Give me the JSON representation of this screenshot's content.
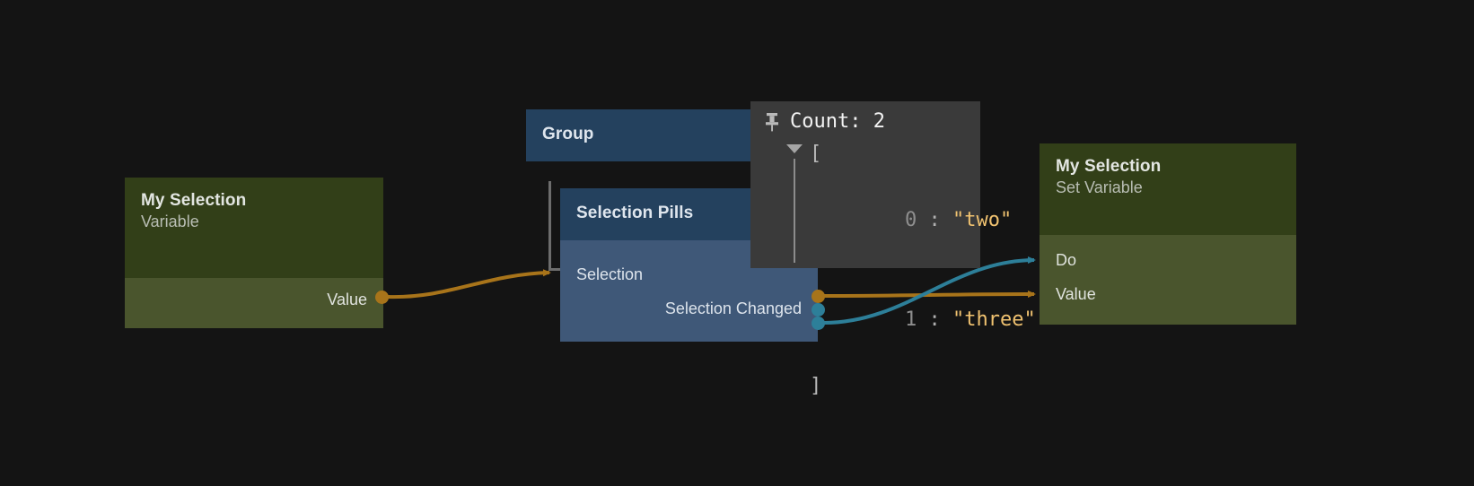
{
  "canvas": {
    "background": "#141414",
    "accent_orange": "#a8741a",
    "accent_teal": "#2d7f99"
  },
  "nodes": {
    "variable_node": {
      "title": "My Selection",
      "subtitle": "Variable",
      "ports": {
        "value_out": "Value"
      }
    },
    "group_node": {
      "title": "Group"
    },
    "selection_pills_node": {
      "title": "Selection Pills",
      "ports": {
        "selection_in": "Selection",
        "selection_changed_out": "Selection Changed"
      }
    },
    "set_variable_node": {
      "title": "My Selection",
      "subtitle": "Set Variable",
      "ports": {
        "do_in": "Do",
        "value_in": "Value"
      }
    }
  },
  "watch_popup": {
    "pin_icon": "pin-icon",
    "count_label": "Count: 2",
    "open_bracket": "[",
    "close_bracket": "]",
    "entries": [
      {
        "index": "0",
        "separator": ":",
        "value": "\"two\""
      },
      {
        "index": "1",
        "separator": ":",
        "value": "\"three\""
      }
    ]
  }
}
